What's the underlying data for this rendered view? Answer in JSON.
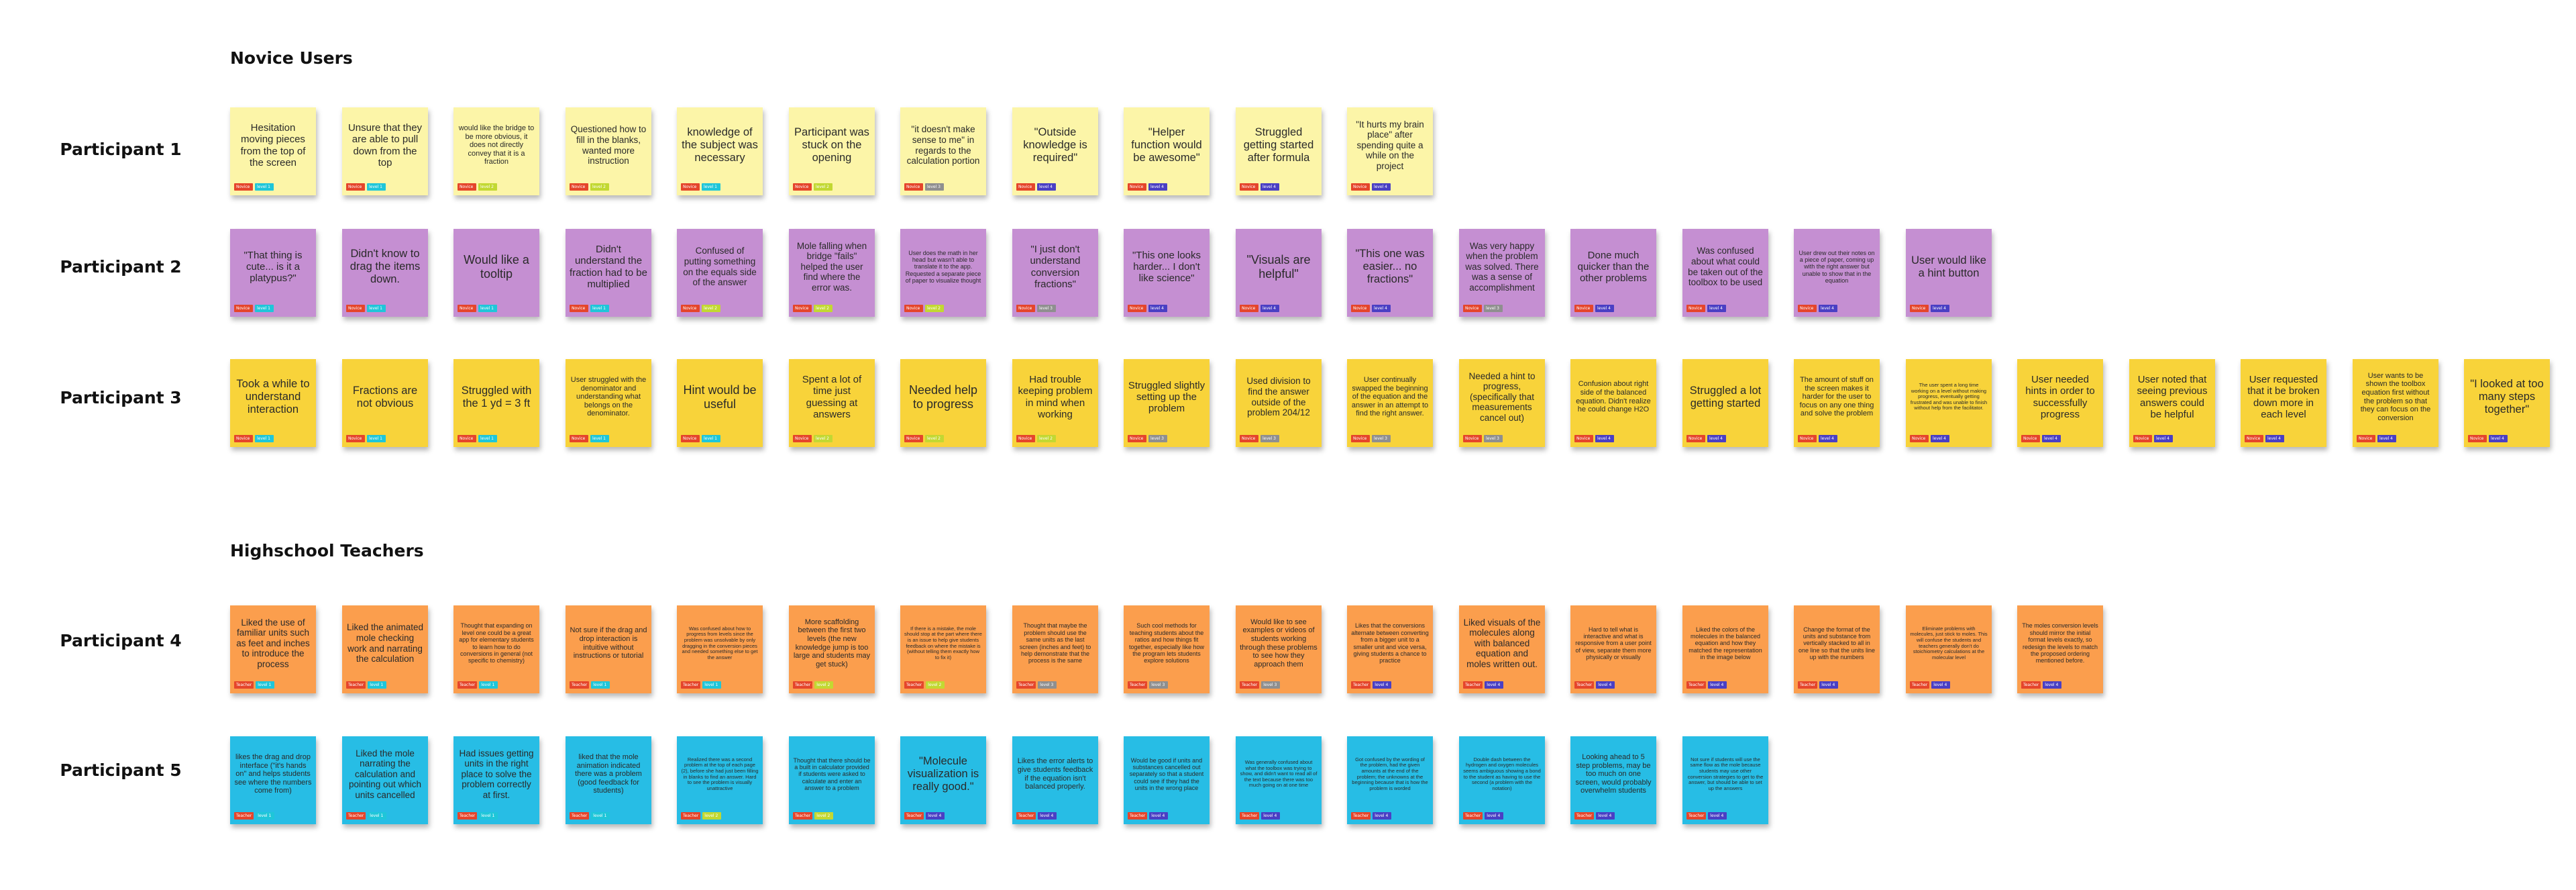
{
  "board": {
    "sections": [
      {
        "title": "Novice Users",
        "role_tag": "Novice"
      },
      {
        "title": "Highschool Teachers",
        "role_tag": "Teacher"
      }
    ],
    "rows": [
      {
        "label": "Participant 1",
        "section": 0,
        "note_color": "#fcf5a8",
        "notes": [
          {
            "text": "Hesitation moving pieces from the top of the screen",
            "level": "level 1"
          },
          {
            "text": "Unsure that they are able to pull down from the top",
            "level": "level 1"
          },
          {
            "text": "would like the bridge to be more obvious, it does not directly convey that it is a fraction",
            "level": "level 2"
          },
          {
            "text": "Questioned how to fill in the blanks, wanted more instruction",
            "level": "level 2"
          },
          {
            "text": "knowledge of the subject was necessary",
            "level": "level 1"
          },
          {
            "text": "Participant was stuck on the opening",
            "level": "level 2"
          },
          {
            "text": "\"it doesn't make sense to me\" in regards to the calculation portion",
            "level": "level 3"
          },
          {
            "text": "\"Outside knowledge is required\"",
            "level": "level 4"
          },
          {
            "text": "\"Helper function would be awesome\"",
            "level": "level 4"
          },
          {
            "text": "Struggled getting started after formula",
            "level": "level 4"
          },
          {
            "text": "\"It hurts my brain place\" after spending quite a while on the project",
            "level": "level 4"
          }
        ]
      },
      {
        "label": "Participant 2",
        "section": 0,
        "note_color": "#c58fd2",
        "notes": [
          {
            "text": "\"That thing is cute... is it a platypus?\"",
            "level": "level 1"
          },
          {
            "text": "Didn't know to drag the items down.",
            "level": "level 1"
          },
          {
            "text": "Would like a tooltip",
            "level": "level 1"
          },
          {
            "text": "Didn't understand the fraction had to be multiplied",
            "level": "level 1"
          },
          {
            "text": "Confused of putting something on the equals side of the answer",
            "level": "level 2"
          },
          {
            "text": "Mole falling when bridge \"fails\" helped the user find where the error was.",
            "level": "level 2"
          },
          {
            "text": "User does the math in her head but wasn't able to translate it to the app. Requested a separate piece of paper to visualize thought",
            "level": "level 2"
          },
          {
            "text": "\"I just don't understand conversion fractions\"",
            "level": "level 3"
          },
          {
            "text": "\"This one looks harder... I don't like science\"",
            "level": "level 4"
          },
          {
            "text": "\"Visuals are helpful\"",
            "level": "level 4"
          },
          {
            "text": "\"This one was easier... no fractions\"",
            "level": "level 4"
          },
          {
            "text": "Was very happy when the problem was solved. There was a sense of accomplishment",
            "level": "level 3"
          },
          {
            "text": "Done much quicker than the other problems",
            "level": "level 4"
          },
          {
            "text": "Was confused about what could be taken out of the toolbox to be used",
            "level": "level 4"
          },
          {
            "text": "User drew out their notes on a piece of paper, coming up with the right answer but unable to show that in the equation",
            "level": "level 4"
          },
          {
            "text": "User would like a hint button",
            "level": "level 4"
          }
        ]
      },
      {
        "label": "Participant 3",
        "section": 0,
        "note_color": "#f8d33a",
        "notes": [
          {
            "text": "Took a while to understand interaction",
            "level": "level 1"
          },
          {
            "text": "Fractions are not obvious",
            "level": "level 1"
          },
          {
            "text": "Struggled with the 1 yd = 3 ft",
            "level": "level 1"
          },
          {
            "text": "User struggled with the denominator and understanding what belongs on the denominator.",
            "level": "level 1"
          },
          {
            "text": "Hint would be useful",
            "level": "level 1"
          },
          {
            "text": "Spent a lot of time just guessing at answers",
            "level": "level 2"
          },
          {
            "text": "Needed help to progress",
            "level": "level 2"
          },
          {
            "text": "Had trouble keeping problem in mind when working",
            "level": "level 2"
          },
          {
            "text": "Struggled slightly setting up the problem",
            "level": "level 3"
          },
          {
            "text": "Used division to find the answer outside of the problem 204/12",
            "level": "level 3"
          },
          {
            "text": "User continually swapped the beginning of the equation and the answer in an attempt to find the right answer.",
            "level": "level 3"
          },
          {
            "text": "Needed a hint to progress, (specifically that measurements cancel out)",
            "level": "level 3"
          },
          {
            "text": "Confusion about right side of the balanced equation. Didn't realize he could change H2O",
            "level": "level 4"
          },
          {
            "text": "Struggled a lot getting started",
            "level": "level 4"
          },
          {
            "text": "The amount of stuff on the screen makes it harder for the user to focus on any one thing and solve the problem",
            "level": "level 4"
          },
          {
            "text": "The user spent a long time working on a level without making progress, eventually getting frustrated and was unable to finish without help from the facilitator.",
            "level": "level 4"
          },
          {
            "text": "User needed hints in order to successfully progress",
            "level": "level 4"
          },
          {
            "text": "User noted that seeing previous answers could be helpful",
            "level": "level 4"
          },
          {
            "text": "User requested that it be broken down more in each level",
            "level": "level 4"
          },
          {
            "text": "User wants to be shown the toolbox equation first without the problem so that they can focus on the conversion",
            "level": "level 4"
          },
          {
            "text": "\"I looked at too many steps together\"",
            "level": "level 4"
          }
        ]
      },
      {
        "label": "Participant 4",
        "section": 1,
        "note_color": "#fb9e4d",
        "notes": [
          {
            "text": "Liked the use of familiar units such as feet and inches to introduce the process",
            "level": "level 1"
          },
          {
            "text": "Liked the animated mole checking work and narrating the calculation",
            "level": "level 1"
          },
          {
            "text": "Thought that expanding on level one could be a great app for elementary students to learn how to do conversions in general (not specific to chemistry)",
            "level": "level 1"
          },
          {
            "text": "Not sure if the drag and drop interaction is intuitive without instructions or tutorial",
            "level": "level 1"
          },
          {
            "text": "Was confused about how to progress from levels since the problem was unsolvable by only dragging in the conversion pieces and needed something else to get the answer",
            "level": "level 1"
          },
          {
            "text": "More scaffolding between the first two levels (the new knowledge jump is too large and students may get stuck)",
            "level": "level 2"
          },
          {
            "text": "If there is a mistake, the mole should stop at the part where there is an issue to help give students feedback on where the mistake is (without telling them exactly how to fix it)",
            "level": "level 2"
          },
          {
            "text": "Thought that maybe the problem should use the same units as the last screen (inches and feet) to help demonstrate that the process is the same",
            "level": "level 3"
          },
          {
            "text": "Such cool methods for teaching students about the ratios and how things fit together, especially like how the program lets students explore solutions",
            "level": "level 3"
          },
          {
            "text": "Would like to see examples or videos of students working through these problems to see how they approach them",
            "level": "level 3"
          },
          {
            "text": "Likes that the conversions alternate between converting from a bigger unit to a smaller unit and vice versa, giving students a chance to practice",
            "level": "level 4"
          },
          {
            "text": "Liked visuals of the molecules along with balanced equation and moles written out.",
            "level": "level 4"
          },
          {
            "text": "Hard to tell what is interactive and what is responsive from a user point of view, separate them more physically or visually",
            "level": "level 4"
          },
          {
            "text": "Liked the colors of the molecules in the balanced equation and how they matched the representation in the image below",
            "level": "level 4"
          },
          {
            "text": "Change the format of the units and substance from vertically stacked to all in one line so that the units line up with the numbers",
            "level": "level 4"
          },
          {
            "text": "Eliminate problems with molecules, just stick to moles. This will confuse the students and teachers generally don't do stoichiometry calculations at the molecular level",
            "level": "level 4"
          },
          {
            "text": "The moles conversion levels should mirror the initial format levels exactly, so redesign the levels to match the proposed ordering mentioned before.",
            "level": "level 4"
          }
        ]
      },
      {
        "label": "Participant 5",
        "section": 1,
        "note_color": "#27bde5",
        "notes": [
          {
            "text": "likes the drag and drop interface (\"it's hands on\" and helps students see where the numbers come from)",
            "level": "level 1"
          },
          {
            "text": "Liked the mole narrating the calculation and pointing out which units cancelled",
            "level": "level 1"
          },
          {
            "text": "Had issues getting units in the right place to solve the problem correctly at first.",
            "level": "level 1"
          },
          {
            "text": "liked that the mole animation indicated there was a problem (good feedback for students)",
            "level": "level 1"
          },
          {
            "text": "Realized there was a second problem at the top of each page (2), before she had just been filling in blanks to find an answer. Hard to see the problem is visually unattractive",
            "level": "level 2"
          },
          {
            "text": "Thought that there should be a built in calculator provided if students were asked to calculate and enter an answer to a problem",
            "level": "level 2"
          },
          {
            "text": "\"Molecule visualization is really good.\"",
            "level": "level 4"
          },
          {
            "text": "Likes the error alerts to give students feedback if the equation isn't balanced properly.",
            "level": "level 4"
          },
          {
            "text": "Would be good if units and substances cancelled out separately so that a student could see if they had the units in the wrong place",
            "level": "level 4"
          },
          {
            "text": "Was generally confused about what the toolbox was trying to show, and didn't want to read all of the text because there was too much going on at one time",
            "level": "level 4"
          },
          {
            "text": "Got confused by the wording of the problem, had the given amounts at the end of the problem; the unknowns at the beginning because that is how the problem is worded",
            "level": "level 4"
          },
          {
            "text": "Double dash between the hydrogen and oxygen molecules seems ambiguous showing a bond to the student as having to use the second (a problem with the notation)",
            "level": "level 4"
          },
          {
            "text": "Looking ahead to 5 step problems, may be too much on one screen, would probably overwhelm students",
            "level": "level 4"
          },
          {
            "text": "Not sure if students will use the same flow as the mole because students may use other conversion strategies to get to the answer, but should be able to set up the answers",
            "level": "level 4"
          }
        ]
      }
    ],
    "level_colors": {
      "level 1": "#1fc6d9",
      "level 2": "#c2d832",
      "level 3": "#8f8f8f",
      "level 4": "#4a3fc4",
      "level 5": "#8b2fc9"
    }
  }
}
